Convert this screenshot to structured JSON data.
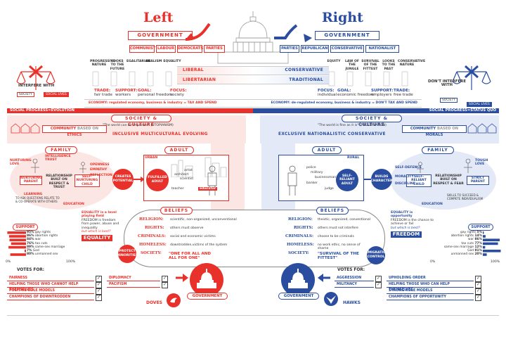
{
  "colors": {
    "left": "#e8312a",
    "right": "#2a4d9f",
    "grey": "#8a8a8a"
  },
  "left": {
    "title": "Left",
    "government": "GOVERNMENT",
    "parties": [
      "COMMUNIST",
      "LABOUR",
      "DEMOCRATS",
      "PARTIES"
    ],
    "pillars": [
      "PROGRESSIVE NATURE",
      "LOOKS TO THE FUTURE",
      "EGALITARIAN",
      "REALISM",
      "EQUALITY"
    ],
    "liberal": "LIBERAL",
    "libertarian": "LIBERTARIAN",
    "trade_label": "TRADE:",
    "trade_value": "fair trade",
    "support_label": "SUPPORT:",
    "support_value": "workers",
    "goal_label": "GOAL:",
    "goal_value": "personal freedom",
    "focus_label": "FOCUS:",
    "focus_value": "society",
    "economy": "ECONOMY: regulated economy, business & industry = TAX AND SPEND",
    "social_progress": "SOCIAL PROGRESS=EVOLUTION",
    "interfere": "INTERFERE WITH",
    "social_lives": "SOCIAL LIVES",
    "society_tag": "SOCIETY",
    "society_culture": "SOCIETY & CULTURE",
    "world_quote": "\"The world can be improved\" (UTOPIANISM)",
    "community_on": "COMMUNITY",
    "based_on": "BASED ON",
    "ethics": "ETHICS",
    "inclusive": "INCLUSIVE  MULTICULTURAL  EVOLVING",
    "family": "FAMILY",
    "adult": "ADULT",
    "urban": "URBAN",
    "family_items": [
      "NURTURING LOVE",
      "INTELLIGENCE TRUST",
      "NURTURING PARENT",
      "RELATIONSHIP BUILT ON RESPECT & TRUST",
      "SELF-NURTURING CHILD",
      "LEARNING",
      "TO ASK QUESTIONS RELATE TO & CO-OPERATE WITH OTHERS",
      "EDUCATION"
    ],
    "openness": [
      "OPENNESS",
      "EMPATHY",
      "REFLECTION"
    ],
    "creates_potential": "CREATES POTENTIAL",
    "fulfilled_adult": "FULFILLED ADULT",
    "adult_words": [
      "artist",
      "architect",
      "scientist",
      "teacher",
      "educator"
    ],
    "beliefs_left": [
      "EQUALITY is a level playing field",
      "FREEDOM is freedom from power, abuse and inequality",
      "but which is best?"
    ],
    "equality": "EQUALITY",
    "protect": "PROTECT MINORITIES",
    "support_title": "SUPPORT",
    "support_rows": [
      {
        "pct": "95%",
        "label": "gay rights"
      },
      {
        "pct": "86%",
        "label": "abortion rights"
      },
      {
        "pct": "84%",
        "label": "war"
      },
      {
        "pct": "76%",
        "label": "tax cuts"
      },
      {
        "pct": "89%",
        "label": "same-sex marriage"
      },
      {
        "pct": "7%",
        "label": "God"
      },
      {
        "pct": "80%",
        "label": "unmanned sex"
      }
    ],
    "axis_min": "0%",
    "axis_max": "100%",
    "votes_for": "VOTES FOR:",
    "votes": [
      "FAIRNESS",
      "HELPING THOSE WHO CANNOT HELP THEMSELVES",
      "POSITIVE ROLE MODELS",
      "CHAMPIONS OF DOWNTRODDEN"
    ],
    "votes_b": [
      "DIPLOMACY",
      "PACIFISM"
    ],
    "doves": "DOVES",
    "gov_footer": "GOVERNMENT"
  },
  "right": {
    "title": "Right",
    "government": "GOVERNMENT",
    "parties": [
      "PARTIES",
      "REPUBLICAN",
      "CONSERVATIVE",
      "NATIONALIST"
    ],
    "pillars": [
      "EQUITY",
      "LAW OF THE JUNGLE",
      "SURVIVAL OF THE FITTEST",
      "LOOKS TO THE PAST",
      "CONSERVATIVE NATURE"
    ],
    "conservative": "CONSERVATIVE",
    "traditional": "TRADITIONAL",
    "focus_label": "FOCUS:",
    "focus_value": "individual",
    "goal_label": "GOAL:",
    "goal_value": "economic freedom",
    "support_label": "SUPPORT:",
    "support_value": "employers",
    "trade_label": "TRADE:",
    "trade_value": "free trade",
    "economy": "ECONOMY: de-regulated economy, business & industry = DON'T TAX AND SPEND",
    "social_progress": "SOCIAL PROGRESS=STATUS QUO",
    "dont_interfere": "DON'T INTERFERE WITH",
    "society_tag": "SOCIETY",
    "social_lives": "SOCIAL LIVES",
    "society_culture": "SOCIETY & CULTURE",
    "world_quote": "\"The world is fine as it is\" (PRESERVATION)",
    "exclusive": "EXCLUSIVE  NATIONALISTIC CONSERVATIVE",
    "community_on": "COMMUNITY",
    "based_on": "BASED ON",
    "morals": "MORALS",
    "family": "FAMILY",
    "adult": "ADULT",
    "rural": "RURAL",
    "adult_words": [
      "police",
      "military",
      "businessman",
      "banker",
      "judge"
    ],
    "self_reliant": "SELF-RELIANT ADULT",
    "builds_character": "BUILDS CHARACTER",
    "virtues": [
      "SELF-DEFENCE",
      "MORALITY",
      "DISCIPLINE"
    ],
    "family_items": [
      "TOUGH LOVE",
      "STRICT PARENT",
      "SELF-RELIANT CHILD",
      "RELATIONSHIP BUILT ON RESPECT & FEAR",
      "SKILLS TO SUCCEED & COMPETE INDIVIDUALISM",
      "EDUCATION"
    ],
    "beliefs_right": [
      "EQUALITY is opportunity",
      "FREEDOM is the chance to achieve or fail",
      "but which is best?"
    ],
    "freedom": "FREEDOM",
    "immigration": "IMMIGRATION CONTROL",
    "support_title": "SUPPORT",
    "support_rows": [
      {
        "pct": "5%",
        "label": "gay rights"
      },
      {
        "pct": "14%",
        "label": "abortion rights"
      },
      {
        "pct": "86%",
        "label": "war"
      },
      {
        "pct": "77%",
        "label": "tax cuts"
      },
      {
        "pct": "12%",
        "label": "same-sex marriage"
      },
      {
        "pct": "91%",
        "label": "God"
      },
      {
        "pct": "20%",
        "label": "unmanned sex"
      }
    ],
    "axis_min": "0%",
    "axis_max": "100%",
    "votes_for": "VOTES FOR:",
    "votes_a": [
      "AGGRESSION",
      "MILITANCY"
    ],
    "votes": [
      "UPHOLDING ORDER",
      "HELPING THOSE WHO CAN HELP THEMSELVES",
      "STRONG ROLE MODELS",
      "CHAMPIONS OF OPPORTUNITY"
    ],
    "hawks": "HAWKS",
    "gov_footer": "GOVERNMENT"
  },
  "beliefs": {
    "title": "BELIEFS",
    "rows": [
      {
        "key": "RELIGION:",
        "left": "scientific, non-organized, unconventional",
        "right": "theistic, organized, conventional"
      },
      {
        "key": "RIGHTS:",
        "left": "others must observe",
        "right": "others must not interfere"
      },
      {
        "key": "CRIMINALS:",
        "left": "social and economic victims",
        "right": "choose to be criminals"
      },
      {
        "key": "HOMELESS:",
        "left": "downtrodden,victims of the system",
        "right": "no work ethic, no sense of shame"
      },
      {
        "key": "SOCIETY:",
        "left": "\"ONE FOR ALL AND ALL FOR ONE\"",
        "right": "\"SURVIVAL OF THE FITTEST\""
      }
    ]
  }
}
